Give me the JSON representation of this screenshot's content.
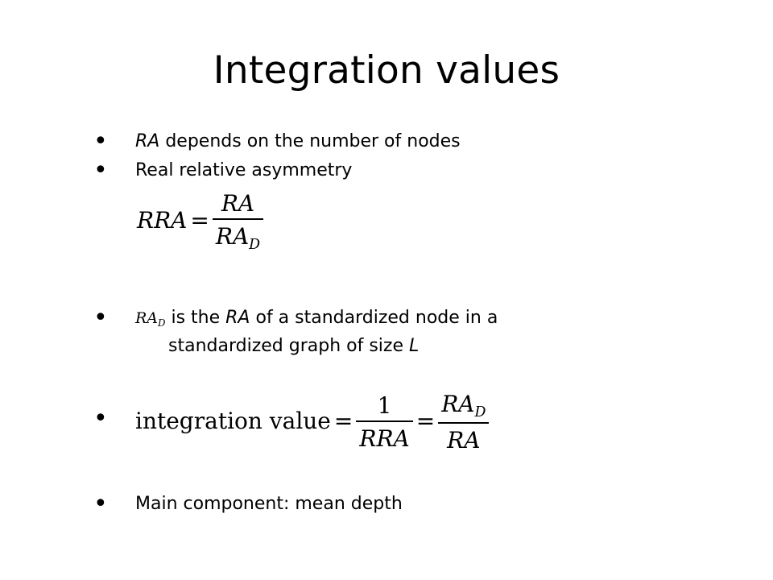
{
  "title": "Integration values",
  "bullets": {
    "b1": {
      "text_var": "RA",
      "text_rest": " depends on the number of nodes"
    },
    "b2": {
      "text": "Real relative asymmetry"
    },
    "b3": {
      "line1_a": " is the ",
      "line1_var": "RA",
      "line1_b": " of a standardized node in a",
      "line2_a": "standardized graph of size ",
      "line2_var": "L"
    },
    "b5": {
      "text": "Main component: mean depth"
    }
  },
  "equations": {
    "rra": {
      "lhs": "RRA",
      "equals": "=",
      "num": "RA",
      "den": "RA",
      "den_sub": "D"
    },
    "inline_symbol": {
      "base": "RA",
      "sub": "D"
    },
    "integration": {
      "lhs": "integration value",
      "equals": "=",
      "frac1_num": "1",
      "frac1_den": "RRA",
      "equals2": "=",
      "frac2_num": "RA",
      "frac2_num_sub": "D",
      "frac2_den": "RA"
    }
  },
  "bullet_char": "•"
}
